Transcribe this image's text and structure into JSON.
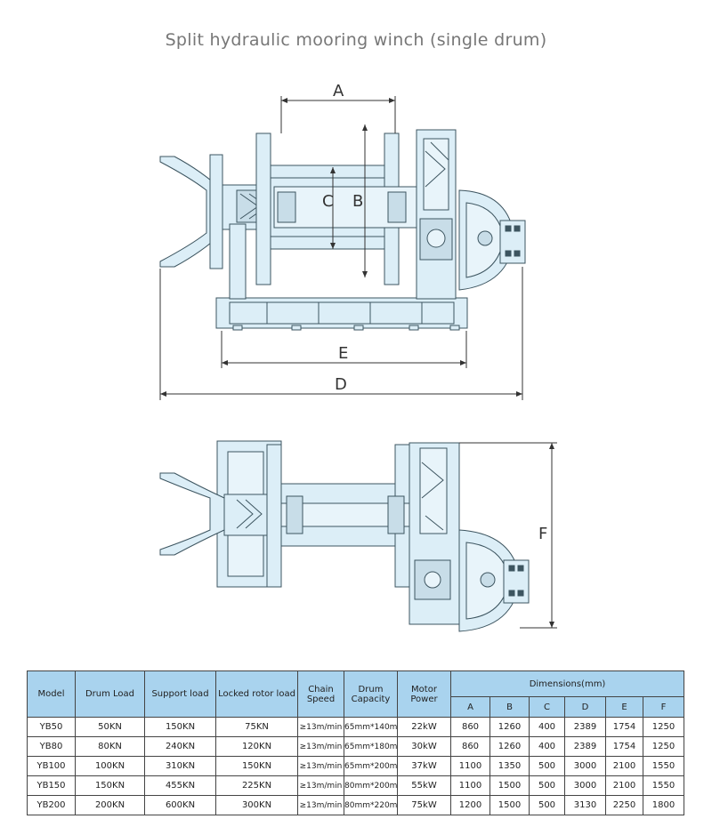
{
  "title": "Split hydraulic mooring winch (single drum)",
  "dimension_labels": {
    "a": "A",
    "b": "B",
    "c": "C",
    "d": "D",
    "e": "E",
    "f": "F"
  },
  "colors": {
    "body": "#dceef7",
    "line": "#3d5560",
    "header": "#a9d3ee"
  },
  "table": {
    "headers": {
      "model": "Model",
      "drum_load": "Drum Load",
      "support_load": "Support load",
      "locked_rotor_load": "Locked rotor load",
      "chain_speed": "Chain Speed",
      "drum_capacity": "Drum Capacity",
      "motor_power": "Motor Power",
      "dimensions": "Dimensions(mm)",
      "dims": [
        "A",
        "B",
        "C",
        "D",
        "E",
        "F"
      ]
    },
    "rows": [
      [
        "YB50",
        "50KN",
        "150KN",
        "75KN",
        "≥13m/min",
        "65mm*140m",
        "22kW",
        "860",
        "1260",
        "400",
        "2389",
        "1754",
        "1250"
      ],
      [
        "YB80",
        "80KN",
        "240KN",
        "120KN",
        "≥13m/min",
        "65mm*180m",
        "30kW",
        "860",
        "1260",
        "400",
        "2389",
        "1754",
        "1250"
      ],
      [
        "YB100",
        "100KN",
        "310KN",
        "150KN",
        "≥13m/min",
        "65mm*200m",
        "37kW",
        "1100",
        "1350",
        "500",
        "3000",
        "2100",
        "1550"
      ],
      [
        "YB150",
        "150KN",
        "455KN",
        "225KN",
        "≥13m/min",
        "80mm*200m",
        "55kW",
        "1100",
        "1500",
        "500",
        "3000",
        "2100",
        "1550"
      ],
      [
        "YB200",
        "200KN",
        "600KN",
        "300KN",
        "≥13m/min",
        "80mm*220m",
        "75kW",
        "1200",
        "1500",
        "500",
        "3130",
        "2250",
        "1800"
      ]
    ]
  }
}
